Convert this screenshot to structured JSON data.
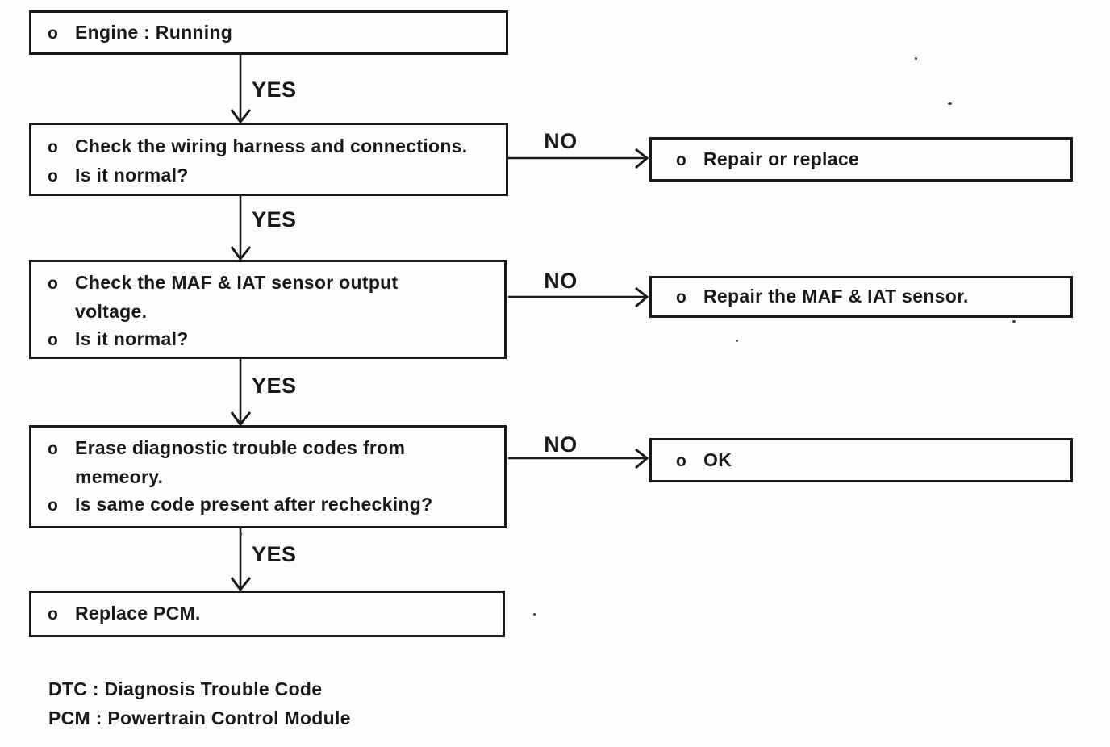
{
  "labels": {
    "yes": "YES",
    "no": "NO"
  },
  "boxes": {
    "engine": {
      "lines": [
        {
          "bullet": "o",
          "text": "Engine : Running"
        }
      ]
    },
    "wiring": {
      "lines": [
        {
          "bullet": "o",
          "text": "Check the wiring harness and connections."
        },
        {
          "bullet": "o",
          "text": "Is it normal?"
        }
      ]
    },
    "maf_check": {
      "lines": [
        {
          "bullet": "o",
          "text": "Check the MAF & IAT sensor output"
        },
        {
          "bullet": "",
          "text": "voltage."
        },
        {
          "bullet": "o",
          "text": "Is it normal?"
        }
      ]
    },
    "erase": {
      "lines": [
        {
          "bullet": "o",
          "text": "Erase diagnostic trouble codes from"
        },
        {
          "bullet": "",
          "text": "memeory."
        },
        {
          "bullet": "o",
          "text": "Is same code present after rechecking?"
        }
      ]
    },
    "replace_pcm": {
      "lines": [
        {
          "bullet": "o",
          "text": "Replace PCM."
        }
      ]
    },
    "repair_replace": {
      "lines": [
        {
          "bullet": "o",
          "text": "Repair or replace"
        }
      ]
    },
    "repair_maf": {
      "lines": [
        {
          "bullet": "o",
          "text": "Repair the MAF & IAT sensor."
        }
      ]
    },
    "ok": {
      "lines": [
        {
          "bullet": "o",
          "text": "OK"
        }
      ]
    }
  },
  "legend": {
    "lines": [
      "DTC : Diagnosis Trouble Code",
      "PCM : Powertrain Control Module"
    ]
  },
  "colors": {
    "ink": "#191919",
    "paper": "#fefefe"
  }
}
